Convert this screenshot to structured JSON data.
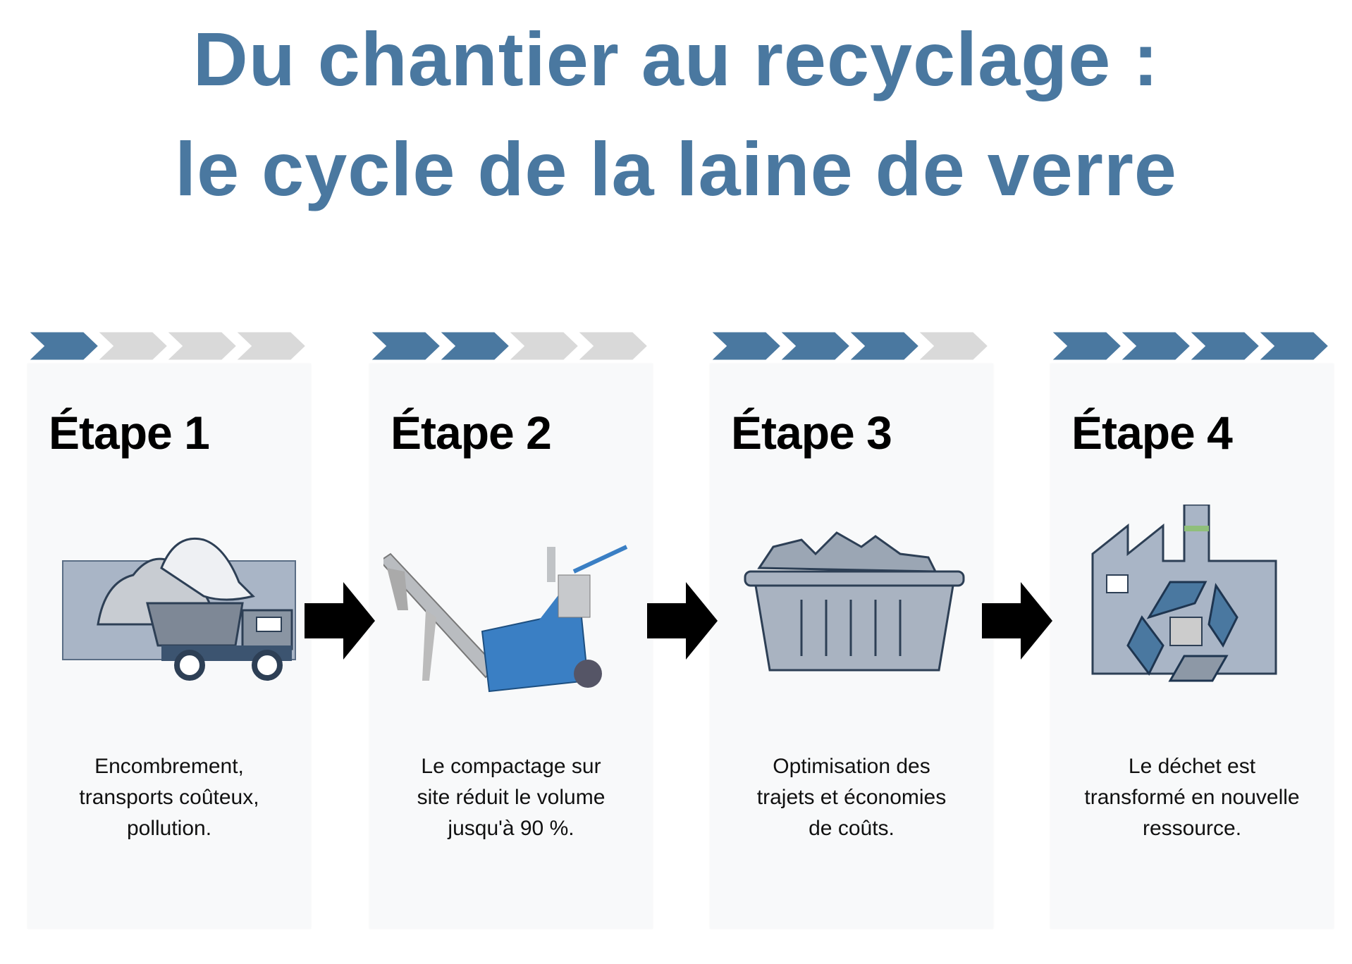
{
  "title": {
    "line1": "Du chantier au recyclage :",
    "line2": "le cycle de la laine de verre"
  },
  "colors": {
    "accent": "#4a78a0",
    "inactive": "#d9d9d9"
  },
  "steps": [
    {
      "label": "Étape 1",
      "progress": 1,
      "total": 4,
      "icon": "construction-site-truck-icon",
      "text": [
        "Encombrement,",
        "transports coûteux,",
        "pollution."
      ]
    },
    {
      "label": "Étape 2",
      "progress": 2,
      "total": 4,
      "icon": "compactor-machine-icon",
      "text": [
        "Le compactage sur",
        "site réduit le volume",
        "jusqu'à 90 %."
      ]
    },
    {
      "label": "Étape 3",
      "progress": 3,
      "total": 4,
      "icon": "container-bin-icon",
      "text": [
        "Optimisation des",
        "trajets et économies",
        "de coûts."
      ]
    },
    {
      "label": "Étape 4",
      "progress": 4,
      "total": 4,
      "icon": "recycling-factory-icon",
      "text": [
        "Le déchet est",
        "transformé en nouvelle",
        "ressource."
      ]
    }
  ]
}
